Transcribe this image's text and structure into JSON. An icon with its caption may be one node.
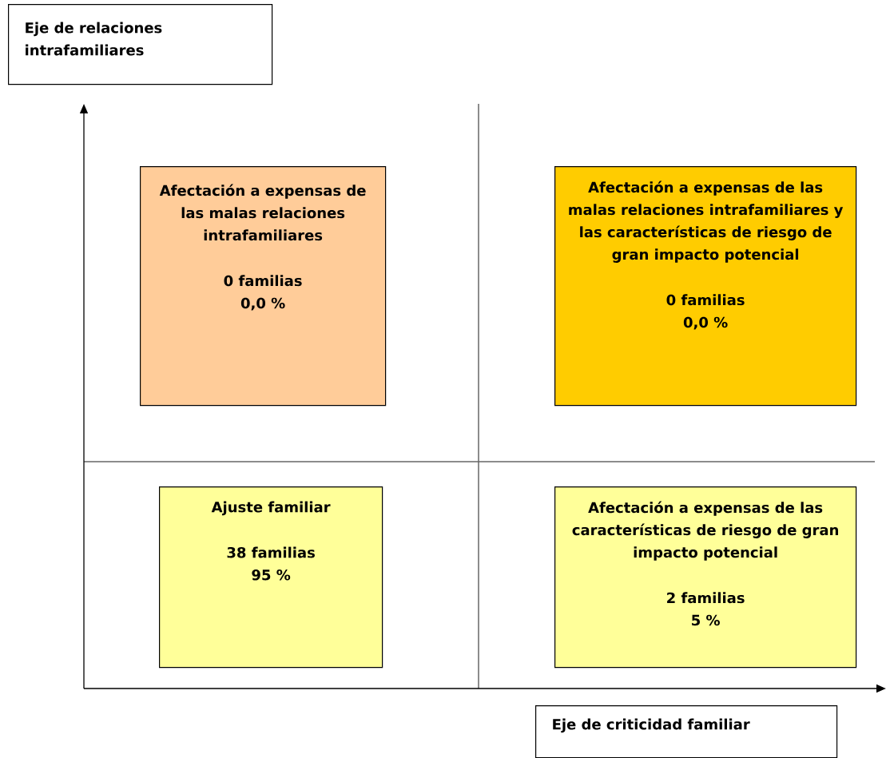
{
  "diagram": {
    "nodes": [
      {
        "text": [
          "Eje de relaciones intrafamiliares"
        ]
      },
      {
        "text": [
          "Afectación a expensas de las malas relaciones intrafamiliares",
          "0 familias",
          "0,0 %"
        ]
      },
      {
        "text": [
          "Afectación a expensas de las malas relaciones intrafamiliares y las características de riesgo de gran impacto potencial",
          "0 familias",
          "0,0 %"
        ]
      },
      {
        "text": [
          "Ajuste familiar",
          "38 familias",
          "95 %"
        ]
      },
      {
        "text": [
          "Afectación a expensas de las características de riesgo de gran impacto potencial",
          "2 familias",
          "5 %"
        ]
      },
      {
        "text": [
          "Eje de criticidad familiar"
        ]
      }
    ]
  }
}
